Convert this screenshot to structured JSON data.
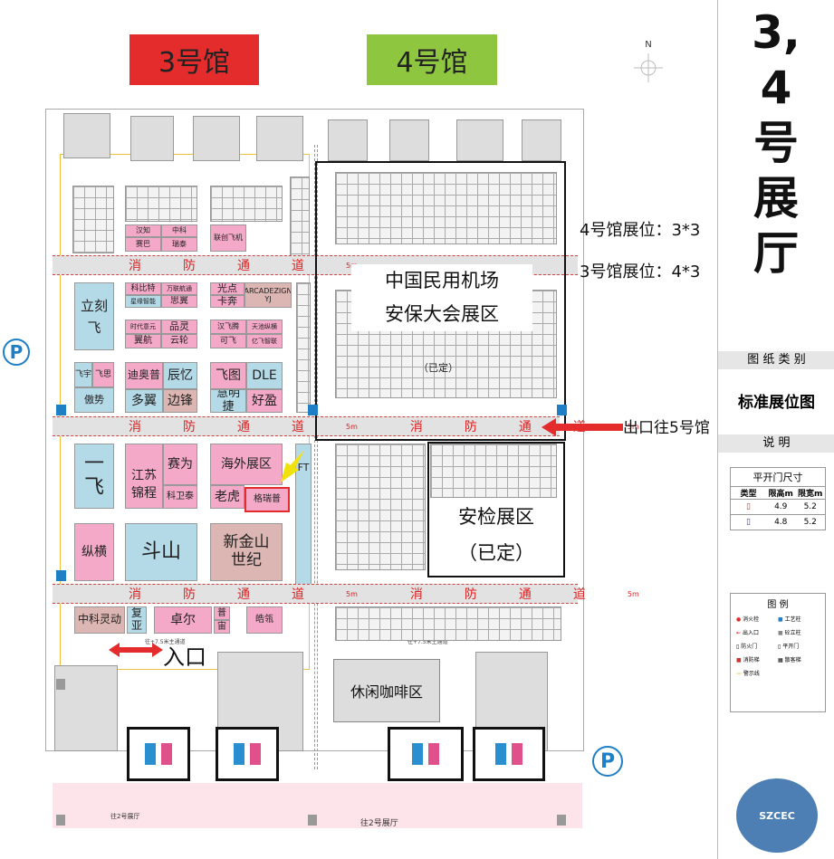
{
  "map": {
    "hall3_tag": "3号馆",
    "hall4_tag": "4号馆",
    "north_label": "N",
    "hall3_fill": "#e42c2c",
    "hall4_fill": "#8ec63f",
    "hall4_spec": "4号馆展位：3*3",
    "hall3_spec": "3号馆展位：4*3",
    "civil_aviation_zone": [
      "中国民用机场",
      "安保大会展区"
    ],
    "civil_aviation_status": "（已定）",
    "security_zone": "安检展区",
    "security_status": "（已定）",
    "exit_label": "出口往5号馆",
    "entrance_label": "入口",
    "cafe_label": "休闲咖啡区",
    "to_hall2_left": "往2号展厅",
    "to_hall2_center": "往2号展厅",
    "parking_label": "P",
    "fire_lane_text": [
      "消",
      "防",
      "通",
      "道",
      "5m"
    ],
    "main_passage_left": "往+7.5米主通道",
    "main_passage_right": "往+7.5米主通道"
  },
  "booths": {
    "hanzhi": "汉知",
    "zhongke": "中科",
    "saiba": "赛巴",
    "ruitai": "瑞泰",
    "lianchuang": "联创飞机",
    "kebite": "科比特",
    "wanlian": "万联航通",
    "xingchen": "星缘智能",
    "siyi": "思翼",
    "guangdian": "光点",
    "kaben": "卡奔",
    "arcadezign": "ARCADEZIGN YJ",
    "lifeifly": "立刻飞",
    "shidai": "时代意元",
    "pinling": "品灵",
    "yijiang": "翼航",
    "yunlun": "云轮",
    "hanfei": "汉飞腾",
    "tianchi": "天池纵横",
    "kefei": "可飞",
    "yifei": "亿飞智联",
    "feiyu": "飞宇",
    "fesi": "飞思",
    "aoshi": "傲势",
    "diaopu": "迪奥普",
    "chenyi": "辰忆",
    "duoyi": "多翼",
    "bianfeng": "边锋",
    "feitu": "飞图",
    "dle": "DLE",
    "huiming": "慧明捷",
    "haoying": "好盈",
    "yifei2": "一飞",
    "jiangsu": "江苏",
    "jincheng": "锦程",
    "saiwei": "赛为",
    "keweitai": "科卫泰",
    "haiwai": "海外展区",
    "laohu": "老虎",
    "gepuji": "格瑞普",
    "ft": "FT",
    "zongheng": "纵横",
    "doushan": "斗山",
    "xinjinshan": "新金山",
    "shiji": "世纪",
    "zklingdong": "中科灵动",
    "fuya": "复亚",
    "zhuoer": "卓尔",
    "pu": "普",
    "zhou": "宙",
    "haoyu": "皓瓴"
  },
  "sidebar": {
    "title_chars": [
      "3,",
      "4",
      "号",
      "展",
      "厅"
    ],
    "drawing_type_label": "图 纸 类 别",
    "drawing_type": "标准展位图",
    "notes_label": "说    明",
    "door_size_title": "平开门尺寸",
    "door_headers": [
      "类型",
      "限高m",
      "限宽m"
    ],
    "door_rows": [
      [
        "4.9",
        "5.2"
      ],
      [
        "4.8",
        "5.2"
      ]
    ],
    "legend_title": "图    例",
    "legend_items": [
      "消火栓",
      "工艺柱",
      "出入口",
      "砼立柱",
      "防火门",
      "平开门",
      "消防梯",
      "散客梯",
      "警示线"
    ],
    "accent_blue": "#1f7fc6",
    "logo_text": "SZCEC"
  }
}
